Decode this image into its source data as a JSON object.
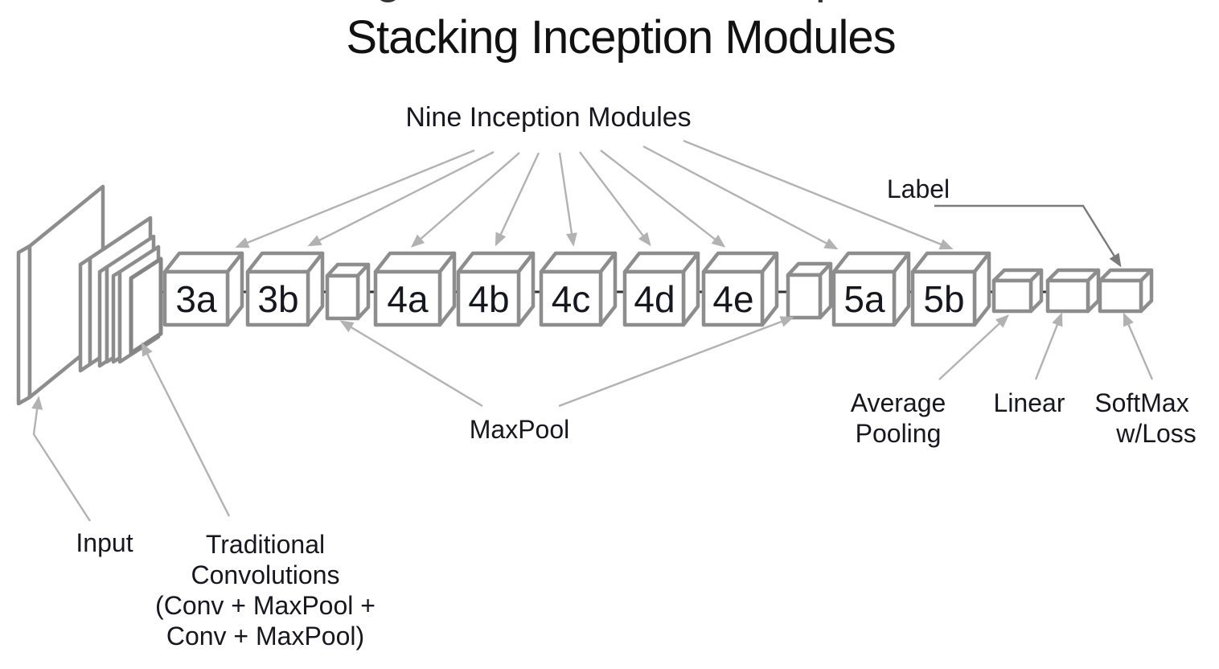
{
  "title": "Stacking Inception Modules",
  "clipped_top_fragments": {
    "glyph1": "g",
    "glyph2": "p"
  },
  "annotations": {
    "nine_modules": "Nine Inception Modules",
    "input": "Input",
    "traditional": {
      "line1": "Traditional",
      "line2": "Convolutions",
      "line3": "(Conv + MaxPool +",
      "line4": "Conv + MaxPool)"
    },
    "maxpool": "MaxPool",
    "average_pooling": {
      "line1": "Average",
      "line2": "Pooling"
    },
    "linear": "Linear",
    "softmax": {
      "line1": "SoftMax",
      "line2": "w/Loss"
    },
    "output_label": "Label"
  },
  "boxes": [
    {
      "id": "3a",
      "label": "3a",
      "type": "inception-module"
    },
    {
      "id": "3b",
      "label": "3b",
      "type": "inception-module"
    },
    {
      "id": "maxpool-1",
      "label": "",
      "type": "maxpool"
    },
    {
      "id": "4a",
      "label": "4a",
      "type": "inception-module"
    },
    {
      "id": "4b",
      "label": "4b",
      "type": "inception-module"
    },
    {
      "id": "4c",
      "label": "4c",
      "type": "inception-module"
    },
    {
      "id": "4d",
      "label": "4d",
      "type": "inception-module"
    },
    {
      "id": "4e",
      "label": "4e",
      "type": "inception-module"
    },
    {
      "id": "maxpool-2",
      "label": "",
      "type": "maxpool"
    },
    {
      "id": "5a",
      "label": "5a",
      "type": "inception-module"
    },
    {
      "id": "5b",
      "label": "5b",
      "type": "inception-module"
    },
    {
      "id": "avg-pool",
      "label": "",
      "type": "average-pooling"
    },
    {
      "id": "linear",
      "label": "",
      "type": "linear"
    },
    {
      "id": "softmax",
      "label": "",
      "type": "softmax-with-loss"
    }
  ],
  "colors": {
    "background": "#ffffff",
    "box_stroke": "#8d8d8d",
    "text": "#17171f",
    "arrow_light": "#b2b2b2",
    "arrow_dark": "#7a7a7a"
  }
}
